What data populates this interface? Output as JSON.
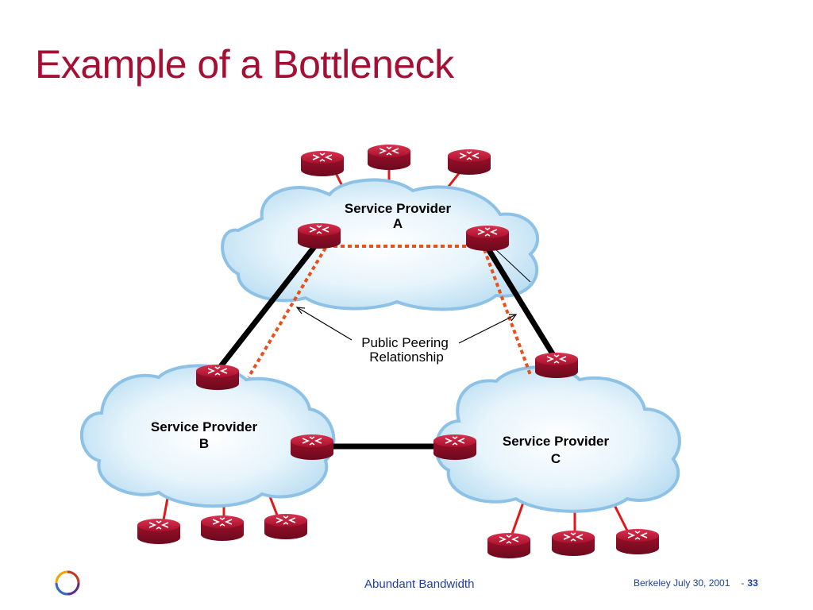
{
  "slide": {
    "title": "Example of a Bottleneck"
  },
  "diagram": {
    "clouds": [
      {
        "id": "A",
        "line1": "Service Provider",
        "line2": "A"
      },
      {
        "id": "B",
        "line1": "Service Provider",
        "line2": "B"
      },
      {
        "id": "C",
        "line1": "Service Provider",
        "line2": "C"
      }
    ],
    "callout": {
      "line1": "Public Peering",
      "line2": "Relationship"
    }
  },
  "footer": {
    "center": "Abundant Bandwidth",
    "date": "Berkeley July 30, 2001",
    "separator": "-",
    "page": "33"
  },
  "colors": {
    "title": "#a50f34",
    "router": "#b3132f",
    "cloud_fill": "#d6ecf8",
    "cloud_stroke": "#8dc2e6",
    "peering_dotted": "#e8501c",
    "link": "#000000",
    "access_link": "#e01818",
    "footer_text": "#1f3f9f"
  },
  "icons": [
    "router-icon",
    "cloud-shape",
    "ring-logo-icon"
  ]
}
